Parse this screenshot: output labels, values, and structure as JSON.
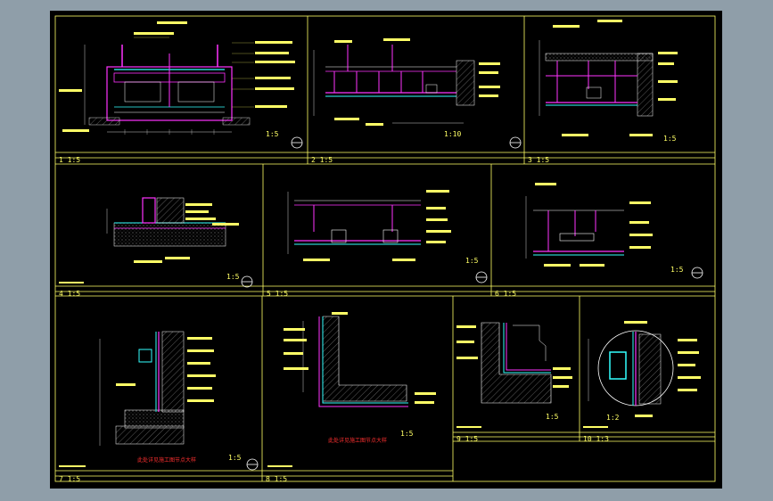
{
  "colors": {
    "background": "#8f9ea9",
    "canvas": "#000000",
    "frame": "#ffff66",
    "magenta": "#ff33ff",
    "cyan": "#33ffff",
    "red": "#ff3030",
    "white": "#ffffff",
    "hatch": "#b8b8b8"
  },
  "panels": [
    {
      "id": "1",
      "label": "1 1:5",
      "scale": "1:5"
    },
    {
      "id": "2",
      "label": "2 1:5",
      "scale": "1:10"
    },
    {
      "id": "3",
      "label": "3 1:5",
      "scale": "1:5"
    },
    {
      "id": "4",
      "label": "4 1:5",
      "scale": "1:5"
    },
    {
      "id": "5",
      "label": "5 1:5",
      "scale": "1:5"
    },
    {
      "id": "6",
      "label": "6 1:5",
      "scale": "1:5"
    },
    {
      "id": "7",
      "label": "7 1:5",
      "scale": "1:5"
    },
    {
      "id": "8",
      "label": "8 1:5",
      "scale": "1:5"
    },
    {
      "id": "9",
      "label": "9 1:5",
      "scale": "1:5"
    },
    {
      "id": "10",
      "label": "10 1:3",
      "scale": "1:2"
    }
  ],
  "notes": {
    "panel7_red": "此处详见施工图节点大样",
    "panel8_red": "此处详见施工图节点大样"
  }
}
